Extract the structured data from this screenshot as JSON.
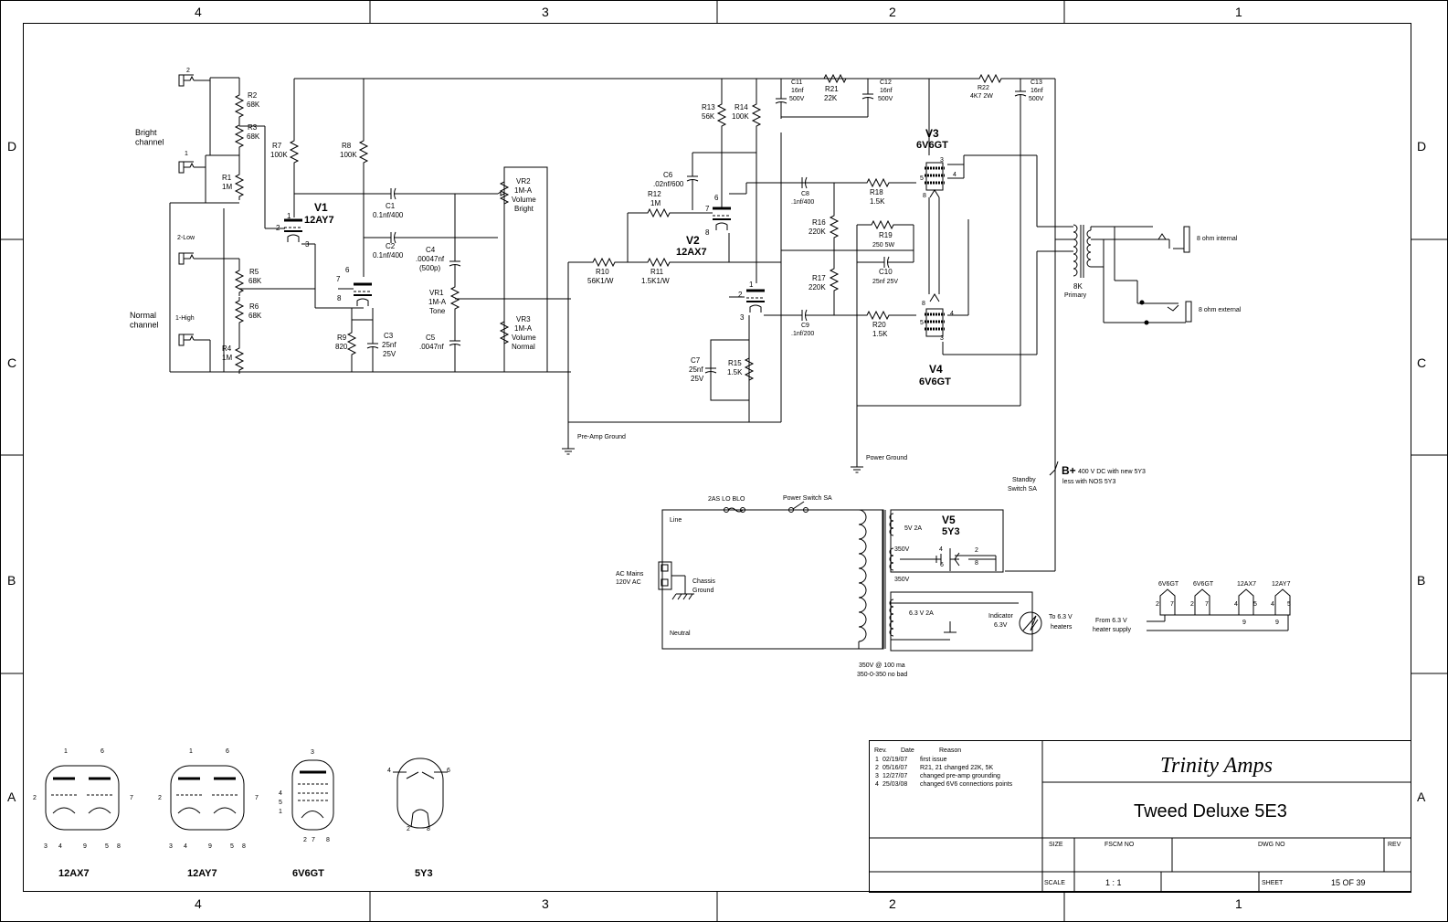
{
  "border": {
    "columns": [
      "4",
      "3",
      "2",
      "1"
    ],
    "rows": [
      "D",
      "C",
      "B",
      "A"
    ]
  },
  "inputs": {
    "bright_channel": "Bright\nchannel",
    "normal_channel": "Normal\nchannel",
    "jack_bright_2": "2",
    "jack_bright_1": "1",
    "jack_normal_low": "2-Low",
    "jack_normal_high": "1-High"
  },
  "components": {
    "R2": [
      "R2",
      "68K"
    ],
    "R3": [
      "R3",
      "68K"
    ],
    "R1": [
      "R1",
      "1M"
    ],
    "R5": [
      "R5",
      "68K"
    ],
    "R6": [
      "R6",
      "68K"
    ],
    "R4": [
      "R4",
      "1M"
    ],
    "R7": [
      "R7",
      "100K"
    ],
    "R8": [
      "R8",
      "100K"
    ],
    "R9": [
      "R9",
      "820"
    ],
    "C3": [
      "C3",
      "25nf",
      "25V"
    ],
    "C1": [
      "C1",
      "0.1nf/400"
    ],
    "C2": [
      "C2",
      "0.1nf/400"
    ],
    "C4": [
      "C4",
      ".00047nf",
      "(500p)"
    ],
    "C5": [
      "C5",
      ".0047nf"
    ],
    "VR1": [
      "VR1",
      "1M-A",
      "Tone"
    ],
    "VR2": [
      "VR2",
      "1M-A",
      "Volume",
      "Bright"
    ],
    "VR3": [
      "VR3",
      "1M-A",
      "Volume",
      "Normal"
    ],
    "R10": [
      "R10",
      "56K1/W"
    ],
    "R11": [
      "R11",
      "1.5K1/W"
    ],
    "R12": [
      "R12",
      "1M"
    ],
    "C6": [
      "C6",
      ".02nf/600"
    ],
    "R13": [
      "R13",
      "56K"
    ],
    "R14": [
      "R14",
      "100K"
    ],
    "C7": [
      "C7",
      "25nf",
      "25V"
    ],
    "R15": [
      "R15",
      "1.5K"
    ],
    "C11": [
      "C11",
      "16nf",
      "500V"
    ],
    "R21": [
      "R21",
      "22K"
    ],
    "C12": [
      "C12",
      "16nf",
      "500V"
    ],
    "R22": [
      "R22",
      "4K7 2W"
    ],
    "C13": [
      "C13",
      "16nf",
      "500V"
    ],
    "C8": [
      "C8",
      ".1nf/400"
    ],
    "R16": [
      "R16",
      "220K"
    ],
    "R17": [
      "R17",
      "220K"
    ],
    "C9": [
      "C9",
      ".1nf/200"
    ],
    "R18": [
      "R18",
      "1.5K"
    ],
    "R19": [
      "R19",
      "250 5W"
    ],
    "C10": [
      "C10",
      "25nf 25V"
    ],
    "R20": [
      "R20",
      "1.5K"
    ]
  },
  "tubes": {
    "V1": [
      "V1",
      "12AY7"
    ],
    "V2": [
      "V2",
      "12AX7"
    ],
    "V3": [
      "V3",
      "6V6GT"
    ],
    "V4": [
      "V4",
      "6V6GT"
    ],
    "V5": [
      "V5",
      "5Y3"
    ]
  },
  "output": {
    "transformer": [
      "8K",
      "Primary"
    ],
    "speaker_internal": "8 ohm internal",
    "speaker_external": "8 ohm external"
  },
  "grounds": {
    "preamp": "Pre-Amp Ground",
    "power": "Power Ground"
  },
  "power_supply": {
    "b_plus": "B+",
    "b_plus_note": [
      "400 V DC with new 5Y3",
      "less with NOS 5Y3"
    ],
    "standby": [
      "Standby",
      "Switch SA"
    ],
    "fuse": "2AS LO BLO",
    "power_switch": "Power Switch SA",
    "line": "Line",
    "neutral": "Neutral",
    "ac_mains": [
      "AC Mains",
      "120V AC"
    ],
    "chassis_ground": [
      "Chassis",
      "Ground"
    ],
    "v5_heater": "5V 2A",
    "hv1": "350V",
    "hv2": "350V",
    "heater_6v3": "6.3 V 2A",
    "indicator": [
      "Indicator",
      "6.3V"
    ],
    "to_heaters": [
      "To 6.3 V",
      "heaters"
    ],
    "transformer_rating": [
      "350V @ 100 ma",
      "350-0-350 no bad"
    ]
  },
  "heater_string": {
    "from": [
      "From 6.3 V",
      "heater supply"
    ],
    "tubes": [
      "6V6GT",
      "6V6GT",
      "12AX7",
      "12AY7"
    ]
  },
  "pinouts": {
    "labels": [
      "12AX7",
      "12AY7",
      "6V6GT",
      "5Y3"
    ]
  },
  "title_block": {
    "rev_header": [
      "Rev.",
      "Date",
      "Reason"
    ],
    "revisions": [
      [
        "1",
        "02/19/07",
        "first issue"
      ],
      [
        "2",
        "05/16/07",
        "R21, 21 changed 22K, 5K"
      ],
      [
        "3",
        "12/27/07",
        "changed pre-amp grounding"
      ],
      [
        "4",
        "25/03/08",
        "changed 6V6 connections points"
      ]
    ],
    "company": "Trinity Amps",
    "title": "Tweed Deluxe 5E3",
    "size_label": "SIZE",
    "fscm_label": "FSCM NO",
    "dwg_label": "DWG NO",
    "rev_label": "REV",
    "scale_label": "SCALE",
    "scale_value": "1 : 1",
    "sheet_label": "SHEET",
    "sheet_value": "15 OF 39"
  }
}
